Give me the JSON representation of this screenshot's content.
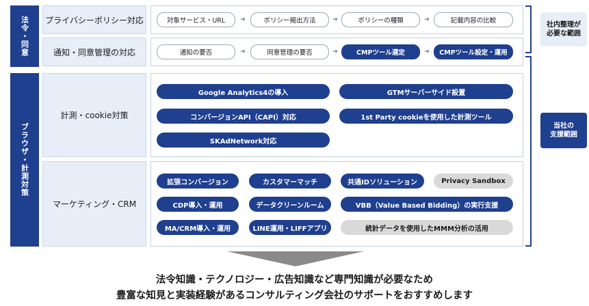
{
  "sections": {
    "law": "法令・同意",
    "browser": "ブラウザ・計測対策"
  },
  "rows": {
    "privacy": {
      "label": "プライバシーポリシー対応",
      "steps": [
        "対象サービス・URL",
        "ポリシー掲出方法",
        "ポリシーの種類",
        "記載内容の比較"
      ]
    },
    "consent": {
      "label": "通知・同意管理の対応",
      "steps": [
        "通知の要否",
        "同意管理の要否",
        "CMPツール選定",
        "CMPツール設定・運用"
      ]
    },
    "measurement": {
      "label": "計測・cookie対策",
      "items": [
        "Google Analytics4の導入",
        "GTMサーバーサイド設置",
        "コンバージョンAPI（CAPI）対応",
        "1st Party cookieを使用した計測ツール",
        "SKAdNetwork対応"
      ]
    },
    "marketing": {
      "label": "マーケティング・CRM",
      "items": [
        "拡張コンバージョン",
        "カスタマーマッチ",
        "共通IDソリューション",
        "Privacy Sandbox",
        "CDP導入・運用",
        "データクリーンルーム",
        "VBB（Value Based Bidding）の実行支援",
        "MA/CRM導入・運用",
        "LINE運用・LIFFアプリ",
        "統計データを使用したMMM分析の活用"
      ]
    }
  },
  "scope": {
    "internal": "社内整理が\n必要な範囲",
    "support": "当社の\n支援範囲"
  },
  "conclusion": {
    "line1": "法令知識・テクノロジー・広告知識など専門知識が必要なため",
    "line2": "豊富な知見と実装経験があるコンサルティング会社のサポートをおすすめします"
  },
  "colors": {
    "navy": "#1f3f8f",
    "light_blue": "#e7eef8",
    "gray": "#d9d9d9"
  }
}
